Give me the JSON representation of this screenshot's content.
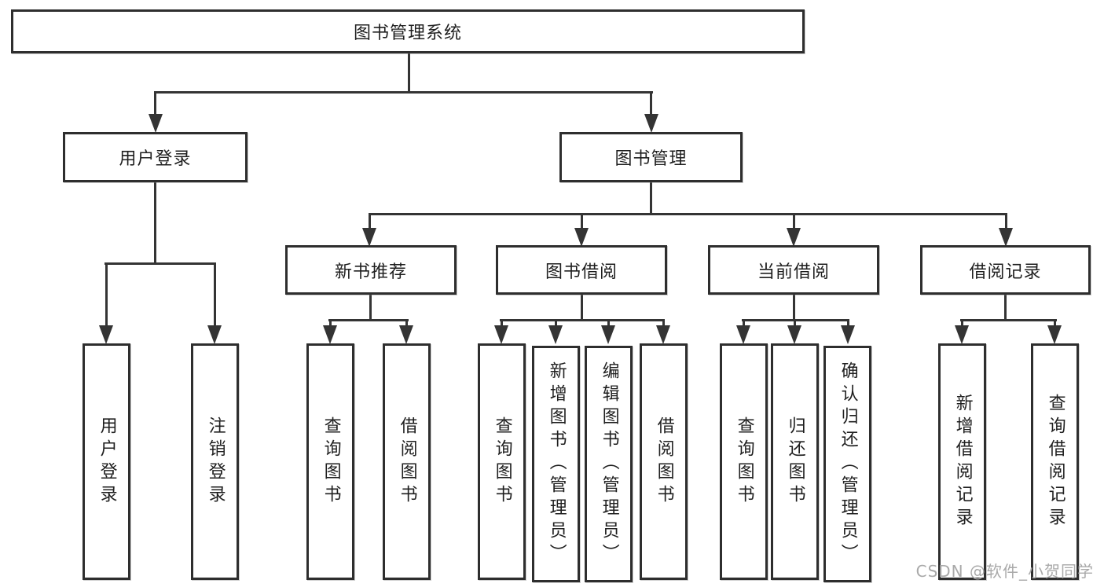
{
  "nodes": {
    "root": "图书管理系统",
    "level1": [
      {
        "label": "用户登录"
      },
      {
        "label": "图书管理"
      }
    ],
    "level2": [
      {
        "label": "新书推荐"
      },
      {
        "label": "图书借阅"
      },
      {
        "label": "当前借阅"
      },
      {
        "label": "借阅记录"
      }
    ],
    "leaves": [
      {
        "label": "用户登录"
      },
      {
        "label": "注销登录"
      },
      {
        "label": "查询图书"
      },
      {
        "label": "借阅图书"
      },
      {
        "label": "查询图书"
      },
      {
        "label": "新增图书（管理员）"
      },
      {
        "label": "编辑图书（管理员）"
      },
      {
        "label": "借阅图书"
      },
      {
        "label": "查询图书"
      },
      {
        "label": "归还图书"
      },
      {
        "label": "确认归还（管理员）"
      },
      {
        "label": "新增借阅记录"
      },
      {
        "label": "查询借阅记录"
      }
    ]
  },
  "watermark": {
    "text": "CSDN @软件_小贺同学",
    "color": "#a9a9a9"
  },
  "colors": {
    "line": "#343434",
    "box_border": "#2e2e2e",
    "box_fill": "#ffffff",
    "text": "#1f1f1f",
    "background": "#ffffff"
  }
}
